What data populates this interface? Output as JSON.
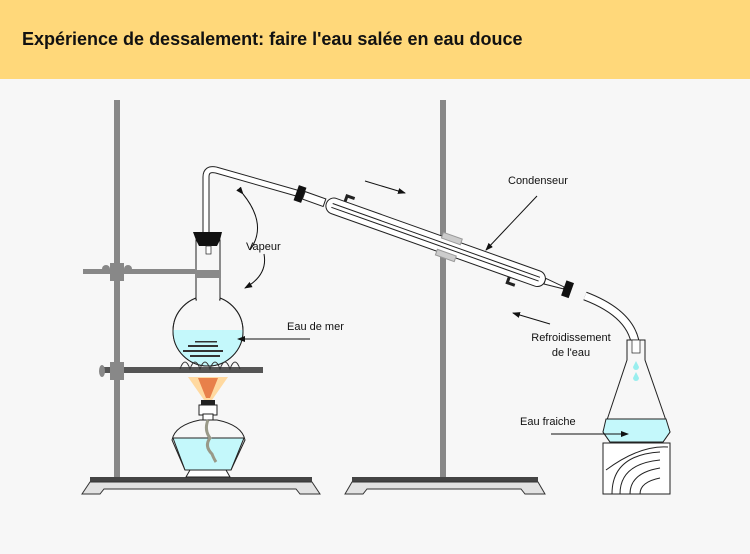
{
  "title": "Expérience de dessalement: faire l'eau salée en eau douce",
  "labels": {
    "vapeur": "Vapeur",
    "eau_de_mer": "Eau de mer",
    "condenseur": "Condenseur",
    "refroidissement_1": "Refroidissement",
    "refroidissement_2": "de l'eau",
    "eau_fraiche": "Eau fraiche"
  },
  "colors": {
    "header": "#ffd87a",
    "water": "#c4f8fb",
    "metal": "#8a8a8a"
  }
}
